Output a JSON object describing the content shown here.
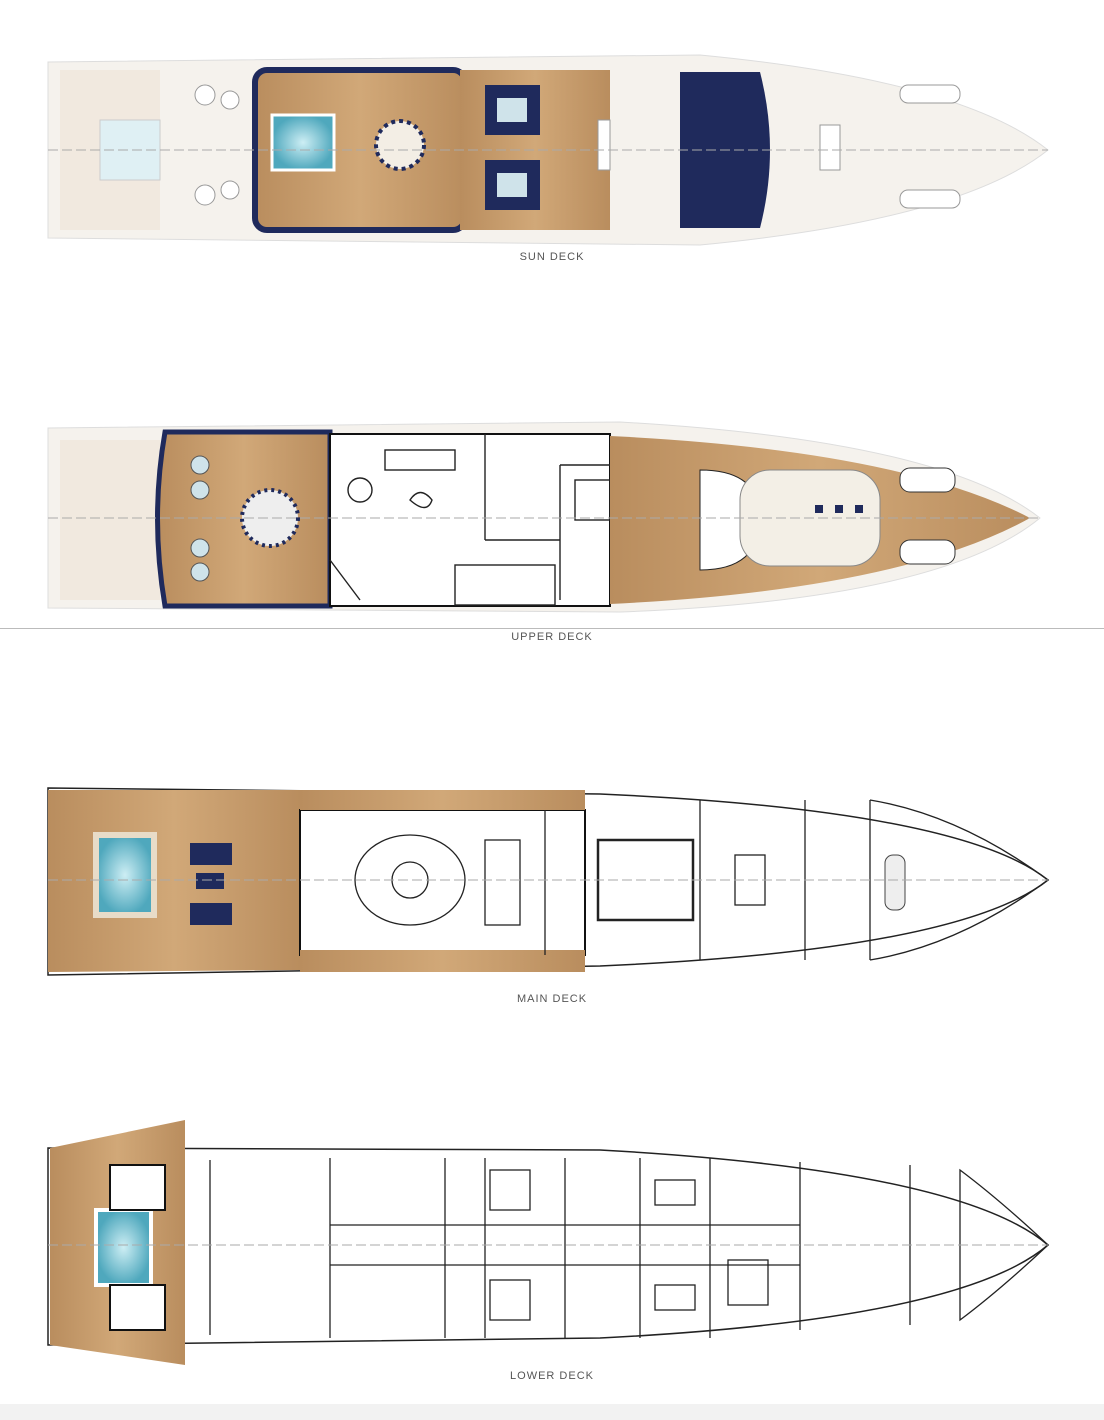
{
  "decks": [
    {
      "label": "SUN DECK"
    },
    {
      "label": "UPPER DECK"
    },
    {
      "label": "MAIN DECK"
    },
    {
      "label": "LOWER DECK"
    }
  ],
  "colors": {
    "teak": "#c39a6b",
    "navy": "#1f2a5c",
    "pool": "#8fd0de",
    "hull": "#f4f1ec",
    "line": "#222222"
  }
}
